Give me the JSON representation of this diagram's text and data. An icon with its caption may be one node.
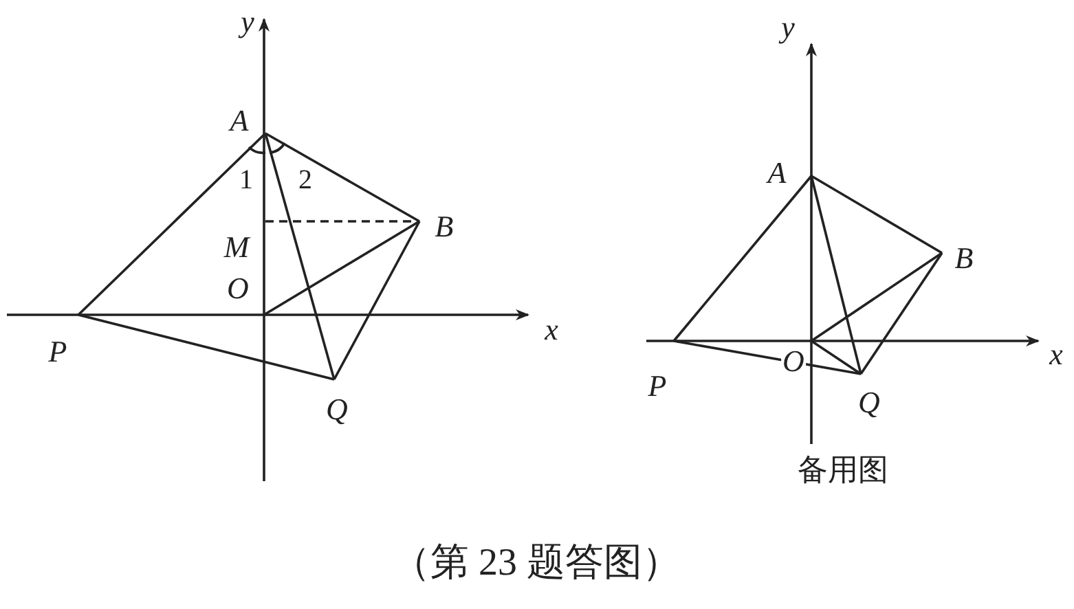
{
  "diagram": {
    "caption": "（第 23 题答图）",
    "labels": [
      "y",
      "A",
      "1",
      "2",
      "M",
      "B",
      "O",
      "x",
      "P",
      "Q",
      "y",
      "A",
      "B",
      "x",
      "P",
      "O",
      "Q",
      "备用图"
    ]
  }
}
